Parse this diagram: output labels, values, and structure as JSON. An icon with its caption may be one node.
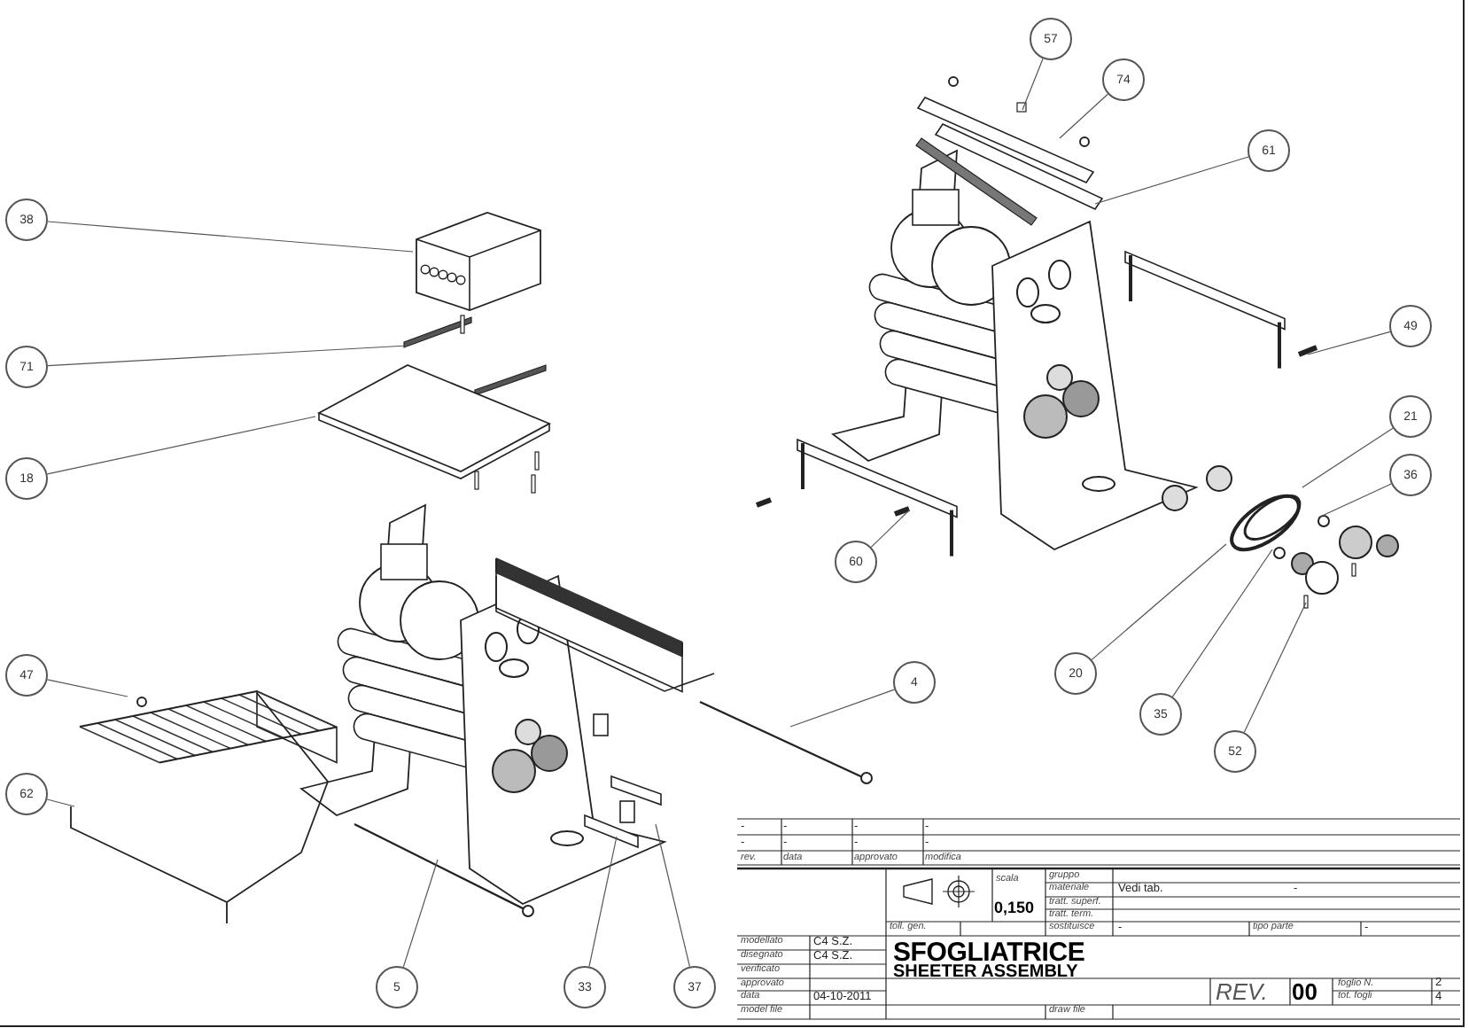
{
  "diagram": {
    "nodes": [
      {
        "text": [
          "57"
        ]
      },
      {
        "text": [
          "74"
        ]
      },
      {
        "text": [
          "61"
        ]
      },
      {
        "text": [
          "38"
        ]
      },
      {
        "text": [
          "49"
        ]
      },
      {
        "text": [
          "71"
        ]
      },
      {
        "text": [
          "21"
        ]
      },
      {
        "text": [
          "36"
        ]
      },
      {
        "text": [
          "18"
        ]
      },
      {
        "text": [
          "60"
        ]
      },
      {
        "text": [
          "20"
        ]
      },
      {
        "text": [
          "47"
        ]
      },
      {
        "text": [
          "4"
        ]
      },
      {
        "text": [
          "35"
        ]
      },
      {
        "text": [
          "62"
        ]
      },
      {
        "text": [
          "52"
        ]
      },
      {
        "text": [
          "5"
        ]
      },
      {
        "text": [
          "33"
        ]
      },
      {
        "text": [
          "37"
        ]
      }
    ],
    "edges": [
      {
        "from": 0,
        "to": null,
        "arrow": "none"
      },
      {
        "from": 1,
        "to": null,
        "arrow": "none"
      },
      {
        "from": 2,
        "to": null,
        "arrow": "none"
      },
      {
        "from": 3,
        "to": null,
        "arrow": "none"
      },
      {
        "from": 4,
        "to": null,
        "arrow": "none"
      },
      {
        "from": 5,
        "to": null,
        "arrow": "none"
      },
      {
        "from": 6,
        "to": null,
        "arrow": "none"
      },
      {
        "from": 7,
        "to": null,
        "arrow": "none"
      },
      {
        "from": 8,
        "to": null,
        "arrow": "none"
      },
      {
        "from": 9,
        "to": null,
        "arrow": "none"
      },
      {
        "from": 10,
        "to": null,
        "arrow": "none"
      },
      {
        "from": 11,
        "to": null,
        "arrow": "none"
      },
      {
        "from": 12,
        "to": null,
        "arrow": "none"
      },
      {
        "from": 13,
        "to": null,
        "arrow": "none"
      },
      {
        "from": 14,
        "to": null,
        "arrow": "none"
      },
      {
        "from": 15,
        "to": null,
        "arrow": "none"
      },
      {
        "from": 16,
        "to": null,
        "arrow": "none"
      },
      {
        "from": 17,
        "to": null,
        "arrow": "none"
      },
      {
        "from": 18,
        "to": null,
        "arrow": "none"
      }
    ],
    "labels": [
      "-",
      "-",
      "-",
      "-",
      "-",
      "-",
      "-",
      "-",
      "rev.",
      "data",
      "approvato",
      "modifica",
      "scala",
      "0,150",
      "gruppo",
      "materiale",
      "Vedi tab.",
      "-",
      "tratt. superf.",
      "tratt. term.",
      "toll. gen.",
      "sostituisce",
      "-",
      "tipo parte",
      "-",
      "modellato",
      "C4 S.Z.",
      "disegnato",
      "C4 S.Z.",
      "verificato",
      "approvato",
      "data",
      "04-10-2011",
      "model file",
      "SFOGLIATRICE",
      "SHEETER ASSEMBLY",
      "REV.",
      "00",
      "foglio N.",
      "2",
      "tot. fogli",
      "4",
      "draw file"
    ]
  }
}
